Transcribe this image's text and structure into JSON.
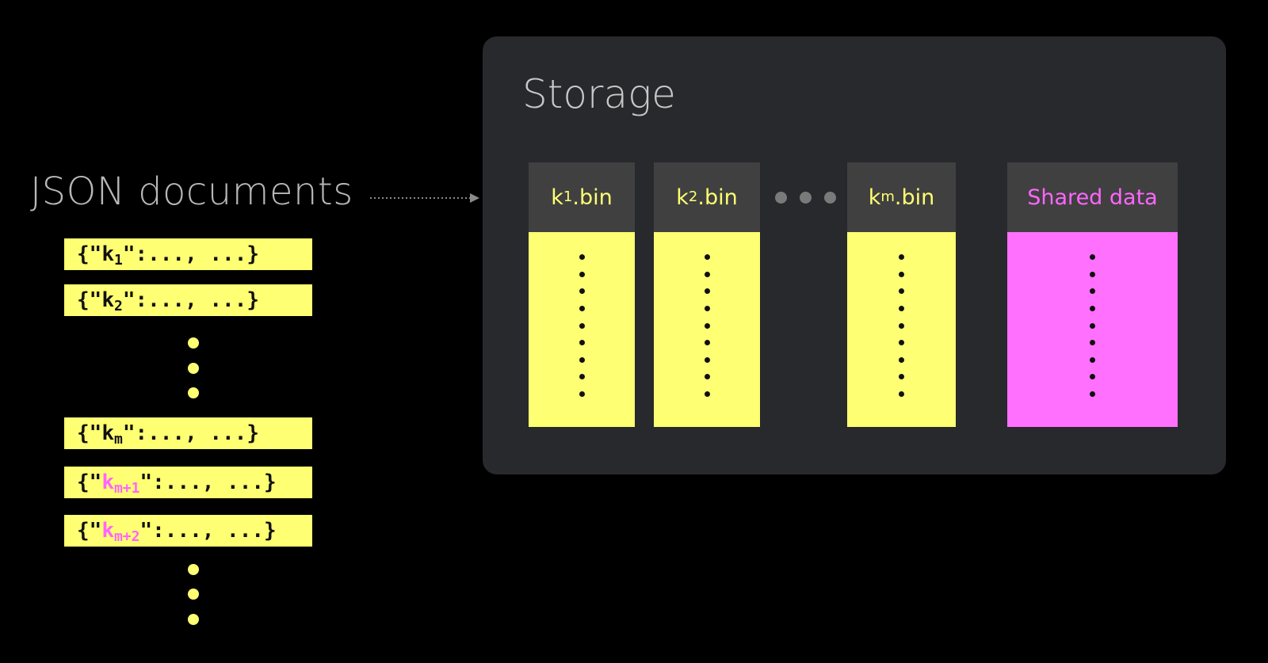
{
  "left": {
    "title": "JSON documents",
    "docs": [
      {
        "open": "{\"",
        "key": "k",
        "sub": "1",
        "close": "\":..., ...}"
      },
      {
        "open": "{\"",
        "key": "k",
        "sub": "2",
        "close": "\":..., ...}"
      },
      {
        "open": "{\"",
        "key": "k",
        "sub": "m",
        "close": "\":..., ...}"
      },
      {
        "open": "{\"",
        "key": "k",
        "sub": "m+1",
        "close": "\":..., ...}"
      },
      {
        "open": "{\"",
        "key": "k",
        "sub": "m+2",
        "close": "\":..., ...}"
      }
    ]
  },
  "storage": {
    "title": "Storage",
    "columns": [
      {
        "prefix": "k",
        "sub": "1",
        "suffix": ".bin"
      },
      {
        "prefix": "k",
        "sub": "2",
        "suffix": ".bin"
      },
      {
        "prefix": "k",
        "sub": "m",
        "suffix": ".bin"
      },
      {
        "prefix": "Shared data",
        "sub": "",
        "suffix": ""
      }
    ]
  },
  "colors": {
    "yellow": "#ffff73",
    "magenta": "#ff66ff",
    "panel": "#28292c",
    "header": "#404040"
  }
}
